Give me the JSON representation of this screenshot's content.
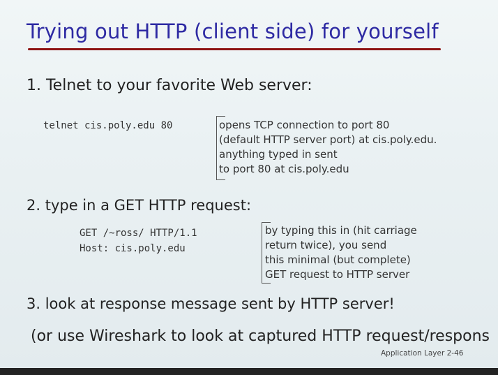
{
  "slide": {
    "title": "Trying out HTTP (client side) for yourself",
    "step1": {
      "heading": "1. Telnet to your favorite Web server:",
      "command": "telnet cis.poly.edu 80",
      "note": [
        "opens TCP connection to port 80",
        "(default HTTP server port) at cis.poly.edu.",
        "anything typed in sent",
        "to port 80 at cis.poly.edu"
      ]
    },
    "step2": {
      "heading": "2. type in a GET HTTP request:",
      "command_lines": [
        "GET /~ross/ HTTP/1.1",
        "Host: cis.poly.edu"
      ],
      "note": [
        "by typing this in (hit carriage",
        "return twice), you send",
        "this minimal (but complete)",
        "GET request to HTTP server"
      ]
    },
    "step3": {
      "heading": "3. look at response message sent by HTTP server!"
    },
    "step4": {
      "text": "(or use Wireshark to look at captured HTTP request/respons"
    },
    "footer": "Application Layer    2-46"
  },
  "colors": {
    "title": "#2e2aa3",
    "underline": "#8e1414",
    "background": "#eaf1f3"
  }
}
